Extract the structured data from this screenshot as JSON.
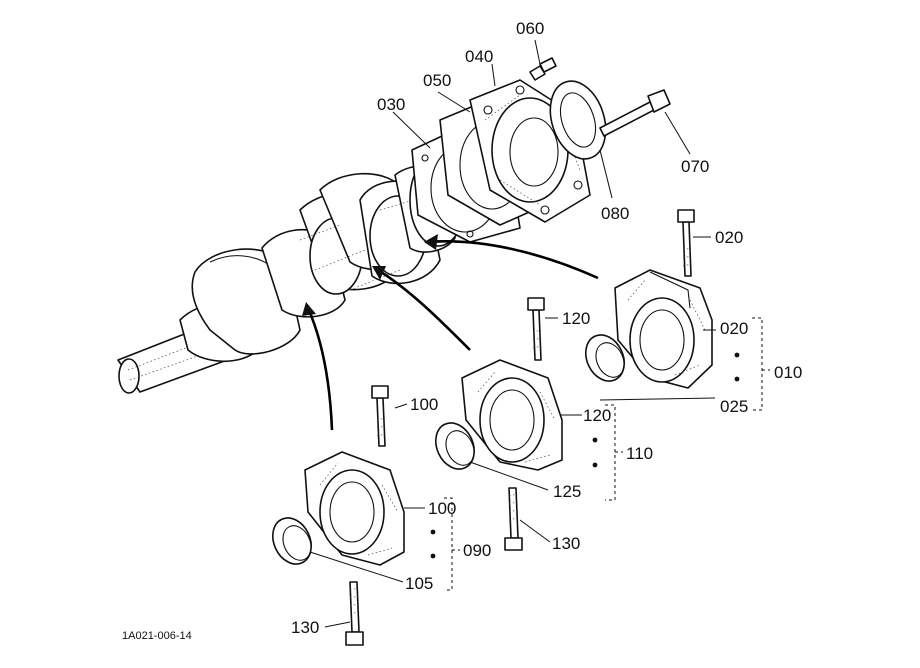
{
  "labels": {
    "p010": "010",
    "p020a": "020",
    "p020b": "020",
    "p025": "025",
    "p030": "030",
    "p040": "040",
    "p050": "050",
    "p060": "060",
    "p070": "070",
    "p080": "080",
    "p090": "090",
    "p100a": "100",
    "p100b": "100",
    "p105": "105",
    "p110": "110",
    "p120a": "120",
    "p120b": "120",
    "p125": "125",
    "p130a": "130",
    "p130b": "130"
  },
  "drawing_code": "1A021-006-14",
  "colors": {
    "ink": "#111111",
    "background": "#ffffff"
  }
}
